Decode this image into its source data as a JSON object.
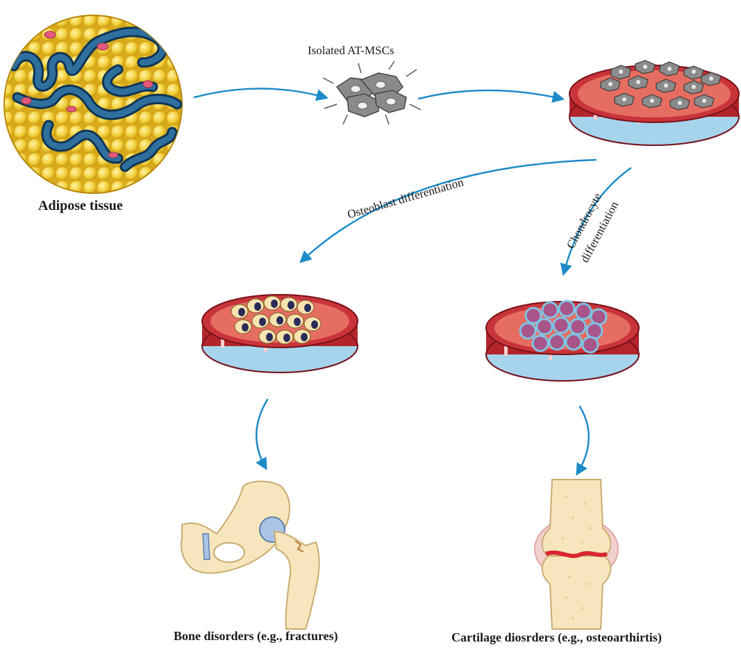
{
  "labels": {
    "adipose": "Adipose tissue",
    "isolated": "Isolated AT-MSCs",
    "osteoblast": "Osteoblast differentiation",
    "chondro_1": "Chondrocyte",
    "chondro_2": "differentiation",
    "bone": "Bone disorders (e.g., fractures)",
    "cartilage": "Cartilage diosrders (e.g., osteoarthirtis)"
  },
  "colors": {
    "arrow": "#1e8bc8",
    "fat": "#f2cf3a",
    "vessel": "#1d5a86",
    "dish_rim": "#b3242b",
    "dish_inner": "#e56a5f",
    "dish_base": "#9fd0ea",
    "bone": "#f7e6bd",
    "cartilage_cell": "#a8558a",
    "joint_red": "#d8262f"
  }
}
